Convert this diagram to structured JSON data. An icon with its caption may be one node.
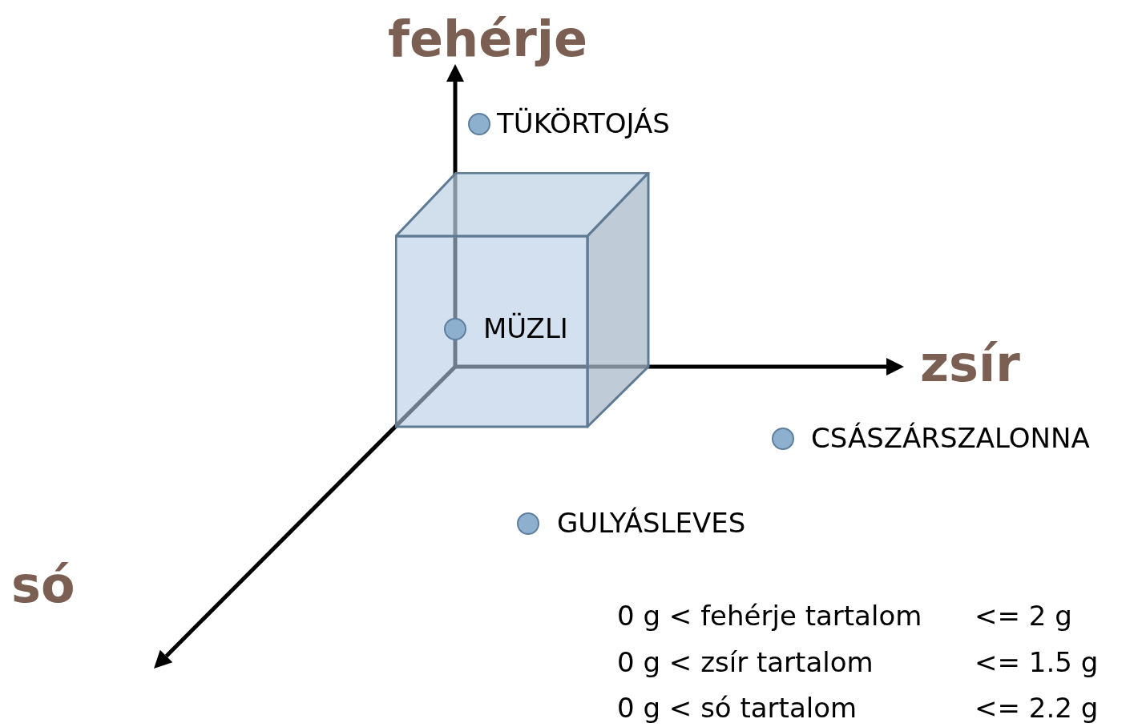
{
  "diagram": {
    "nodes": [
      {
        "text": [],
        "shape": "circle",
        "beside": [
          "TÜKÖRTOJÁS"
        ]
      },
      {
        "text": [],
        "shape": "box"
      },
      {
        "text": [],
        "shape": "circle",
        "beside": [
          "MÜZLI"
        ],
        "in": 1
      },
      {
        "text": [],
        "shape": "circle",
        "beside": [
          "CSÁSZÁRSZALONNA"
        ]
      },
      {
        "text": [],
        "shape": "circle",
        "beside": [
          "GULYÁSLEVES"
        ]
      }
    ],
    "edges": [],
    "labels": [
      "fehérje",
      "zsír",
      "só",
      "0 g < fehérje tartalom",
      "<= 2 g",
      "0 g < zsír tartalom",
      "<= 1.5 g",
      "0 g < só tartalom",
      "<= 2.2 g"
    ]
  }
}
